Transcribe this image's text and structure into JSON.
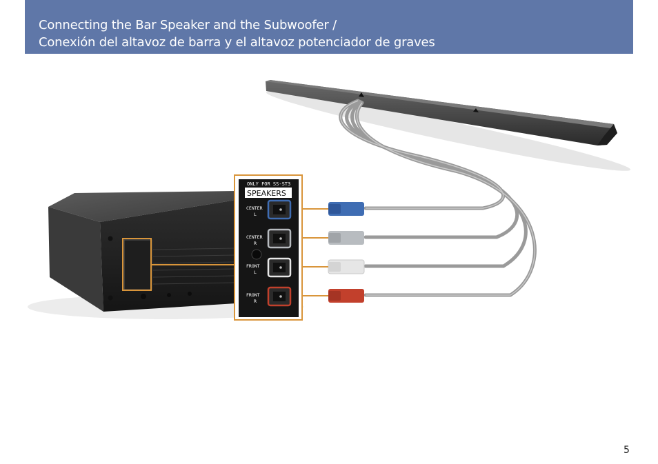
{
  "header": {
    "title_en": "Connecting the Bar Speaker and the Subwoofer /",
    "title_es": "Conexión del altavoz de barra y el altavoz potenciador de graves"
  },
  "panel": {
    "note": "ONLY FOR SS-ST3",
    "heading": "SPEAKERS",
    "terminals": [
      {
        "line1": "CENTER",
        "line2": "L",
        "color": "#3f6db3"
      },
      {
        "line1": "CENTER",
        "line2": "R",
        "color": "#b8bcc0"
      },
      {
        "line1": "FRONT",
        "line2": "L",
        "color": "#e8e8e8"
      },
      {
        "line1": "FRONT",
        "line2": "R",
        "color": "#c2402c"
      }
    ]
  },
  "colors": {
    "header_bg": "#5f77a8",
    "highlight": "#d9953a",
    "cable": "#9a9a9a"
  },
  "page_number": "5"
}
